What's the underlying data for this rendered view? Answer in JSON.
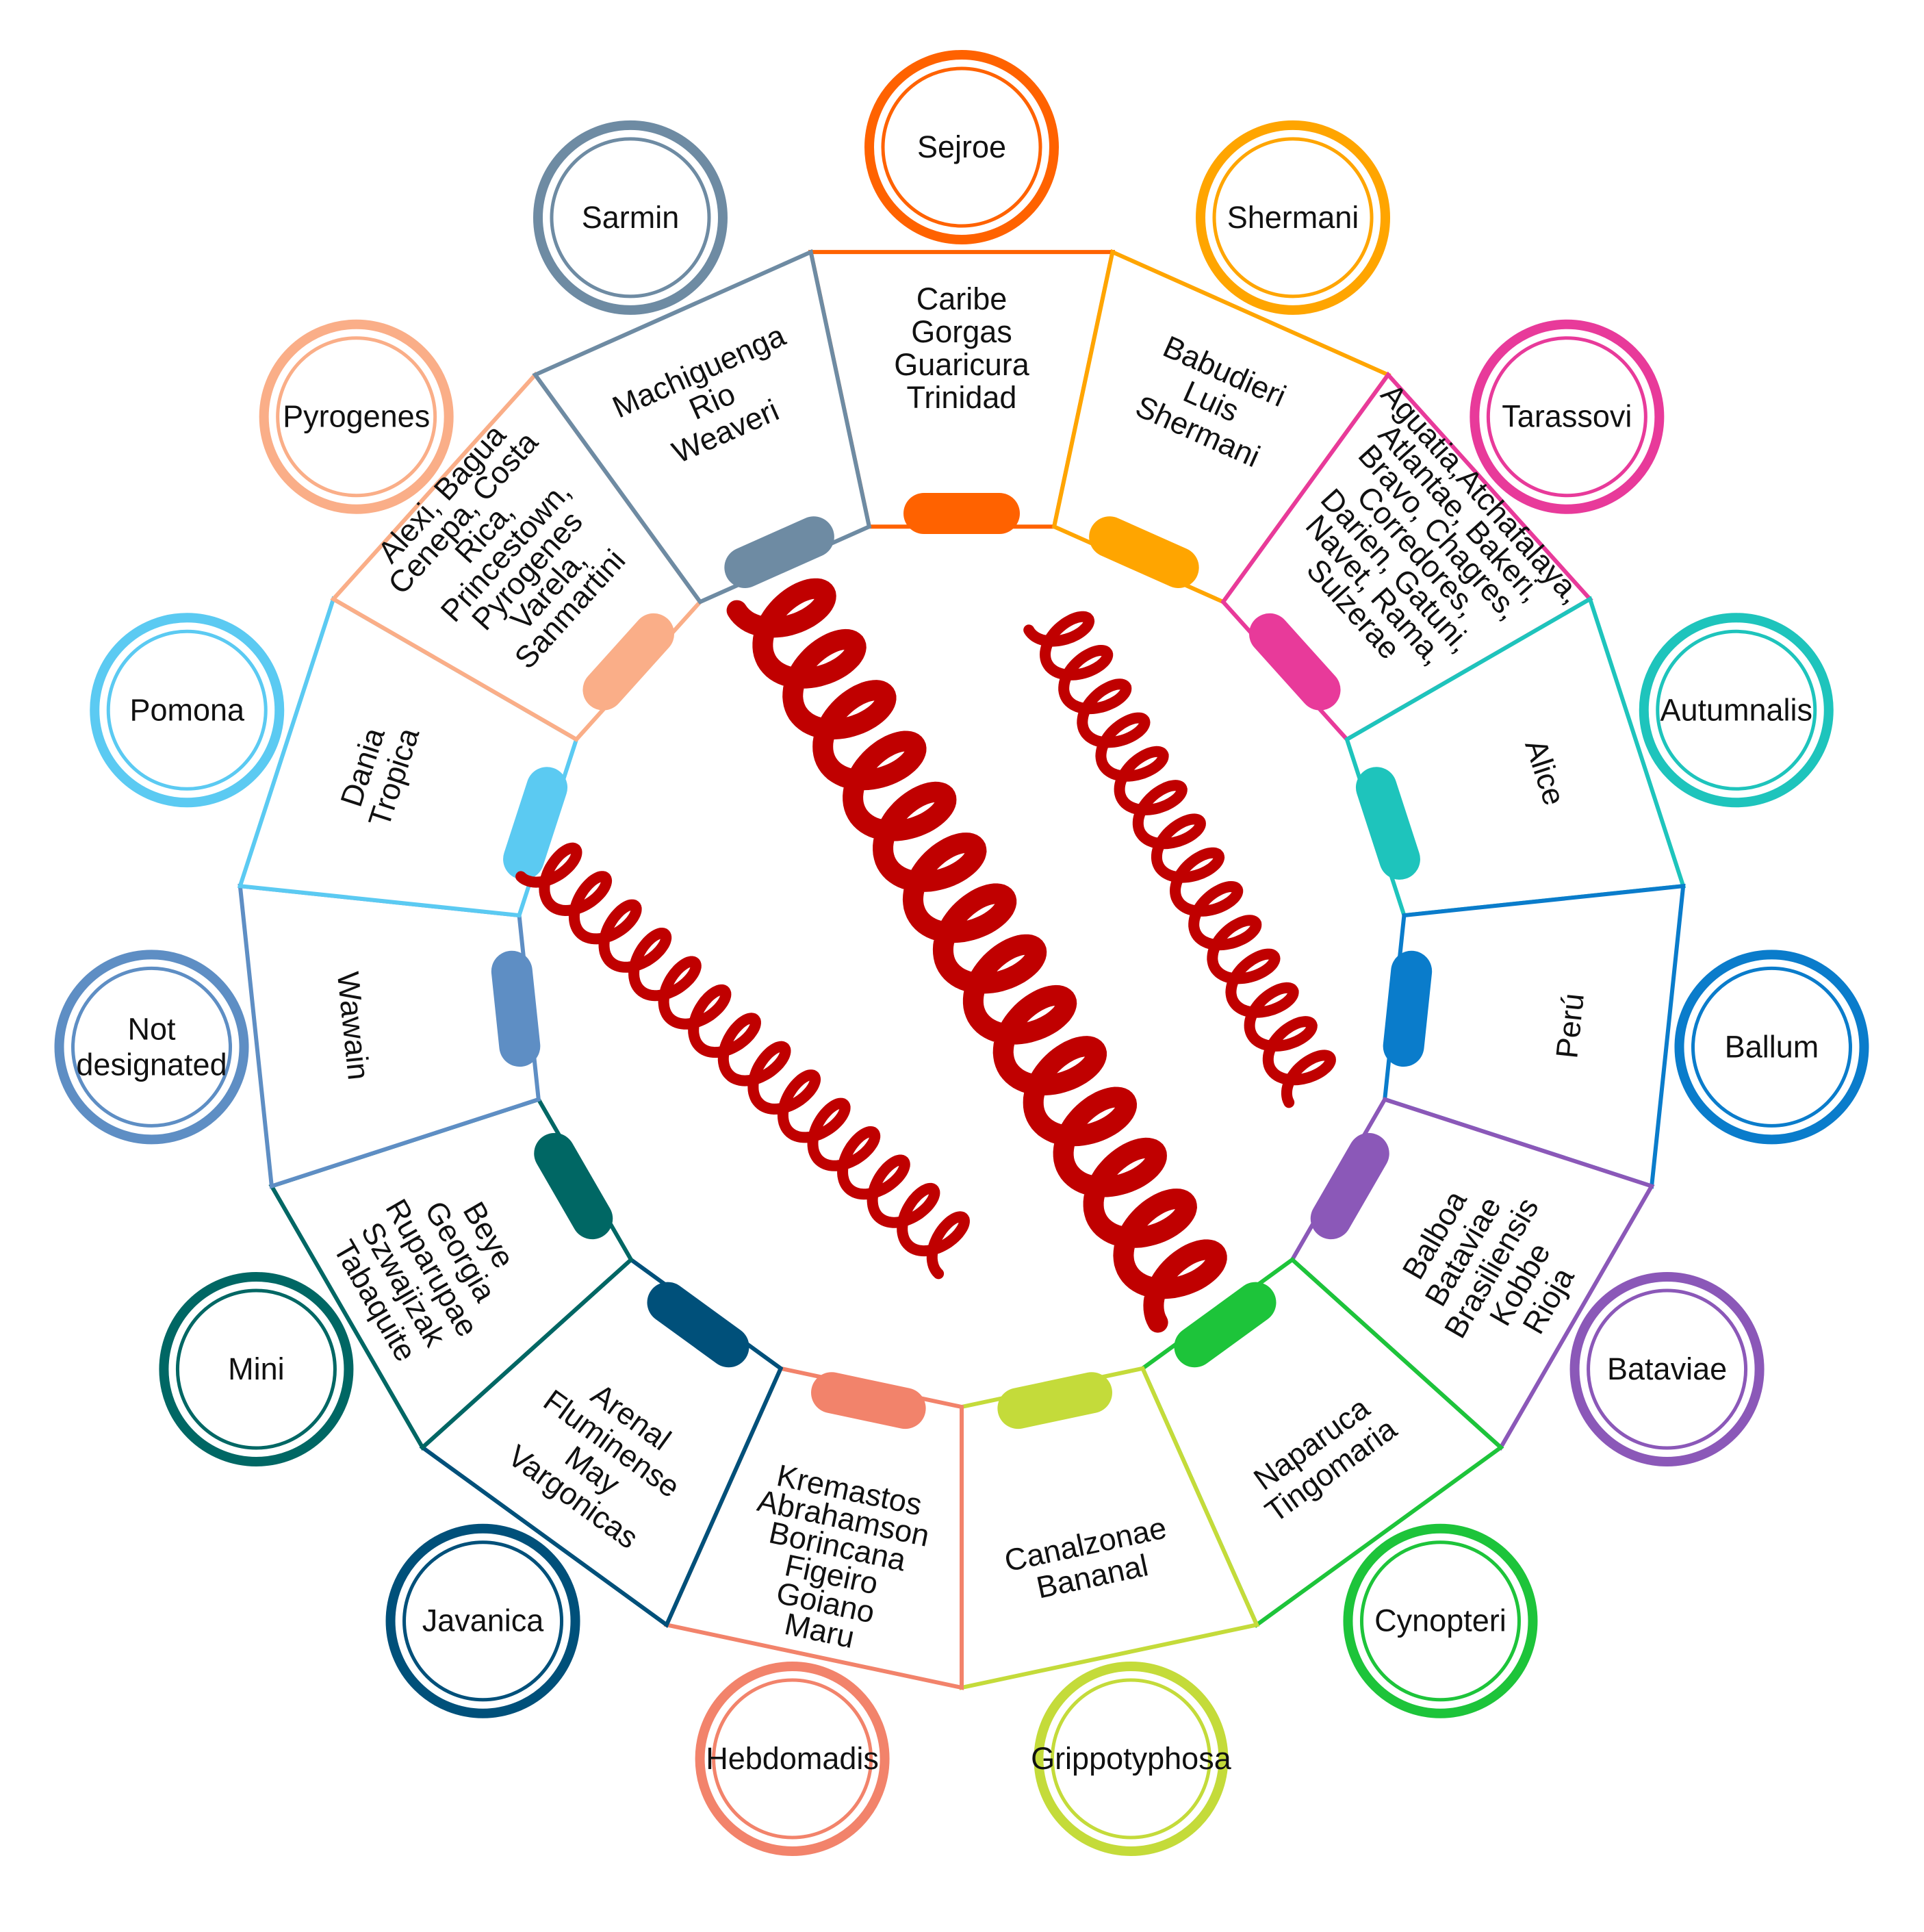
{
  "serogroups": [
    {
      "name": "Sejroe",
      "color": "#FF6200",
      "serovars": [
        "Caribe",
        "Gorgas",
        "Guaricura",
        "Trinidad"
      ]
    },
    {
      "name": "Shermani",
      "color": "#FFA500",
      "serovars": [
        "Babudieri",
        "Luis",
        "Shermani"
      ]
    },
    {
      "name": "Tarassovi",
      "color": "#E83A9A",
      "serovars": [
        "Aguatia,Atchafalaya,",
        "Atlantae, Bakeri,",
        "Bravo, Chagres,",
        "Corredores,",
        "Darien, Gatuni,",
        "Navet, Rama,",
        "Sulzerae"
      ]
    },
    {
      "name": "Autumnalis",
      "color": "#1EC4BC",
      "serovars": [
        "Alice"
      ]
    },
    {
      "name": "Ballum",
      "color": "#0A7CCB",
      "serovars": [
        "Perú"
      ]
    },
    {
      "name": "Bataviae",
      "color": "#8B58B8",
      "serovars": [
        "Balboa",
        "Bataviae",
        "Brasiliensis",
        "Kobbe",
        "Rioja"
      ]
    },
    {
      "name": "Cynopteri",
      "color": "#1DC43A",
      "serovars": [
        "Naparuca",
        "Tingomaria"
      ]
    },
    {
      "name": "Grippotyphosa",
      "color": "#C4DB3A",
      "serovars": [
        "Canalzonae",
        "Bananal"
      ]
    },
    {
      "name": "Hebdomadis",
      "color": "#F2836B",
      "serovars": [
        "Kremastos",
        "Abrahamson",
        "Borincana",
        "Figeiro",
        "Goiano",
        "Maru"
      ]
    },
    {
      "name": "Javanica",
      "color": "#00507A",
      "serovars": [
        "Arenal",
        "Fluminense",
        "May",
        "Vargonicas"
      ]
    },
    {
      "name": "Mini",
      "color": "#006764",
      "serovars": [
        "Beye",
        "Georgia",
        "Ruparupae",
        "Szwajizak",
        "Tabaquite"
      ]
    },
    {
      "name": "Not designated",
      "color": "#5E8EC4",
      "serovars": [
        "Wawain"
      ]
    },
    {
      "name": "Pomona",
      "color": "#5BCAF2",
      "serovars": [
        "Dania",
        "Tropica"
      ]
    },
    {
      "name": "Pyrogenes",
      "color": "#FAAE88",
      "serovars": [
        "Alexi, Bagua",
        "Cenepa, Costa",
        "Rica,",
        "Princestown,",
        "Pyrogenes",
        "Varela,",
        "Sanmartini"
      ]
    },
    {
      "name": "Sarmin",
      "color": "#6E8BA3",
      "serovars": [
        "Machiguenga",
        "Rio",
        "Weaveri"
      ]
    }
  ],
  "center_illustration": {
    "icon": "leptospira-bacteria-icon",
    "color": "#C00000"
  }
}
